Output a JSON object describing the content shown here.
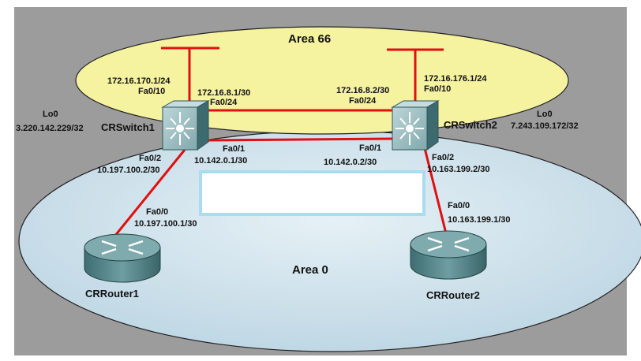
{
  "areas": {
    "area66": "Area 66",
    "area0": "Area 0"
  },
  "devices": {
    "switch1": {
      "name": "CRSwitch1",
      "lo0_label": "Lo0",
      "lo0_ip": "3.220.142.229/32",
      "fa010": "Fa0/10",
      "fa010_ip": "172.16.170.1/24",
      "fa024": "Fa0/24",
      "fa024_ip": "172.16.8.1/30",
      "fa01": "Fa0/1",
      "fa01_ip": "10.142.0.1/30",
      "fa02": "Fa0/2",
      "fa02_ip": "10.197.100.2/30"
    },
    "switch2": {
      "name": "CRSwitch2",
      "lo0_label": "Lo0",
      "lo0_ip": "7.243.109.172/32",
      "fa010": "Fa0/10",
      "fa010_ip": "172.16.176.1/24",
      "fa024": "Fa0/24",
      "fa024_ip": "172.16.8.2/30",
      "fa01": "Fa0/1",
      "fa01_ip": "10.142.0.2/30",
      "fa02": "Fa0/2",
      "fa02_ip": "10.163.199.2/30"
    },
    "router1": {
      "name": "CRRouter1",
      "fa00": "Fa0/0",
      "fa00_ip": "10.197.100.1/30"
    },
    "router2": {
      "name": "CRRouter2",
      "fa00": "Fa0/0",
      "fa00_ip": "10.163.199.1/30"
    }
  },
  "colors": {
    "backdrop": "#9c9c9c",
    "area66_fill": "#f5f2a0",
    "area0_fill": "#cfe1ec",
    "link": "#e01010",
    "device": "#4f8286",
    "callout_border": "#a9dcef"
  }
}
